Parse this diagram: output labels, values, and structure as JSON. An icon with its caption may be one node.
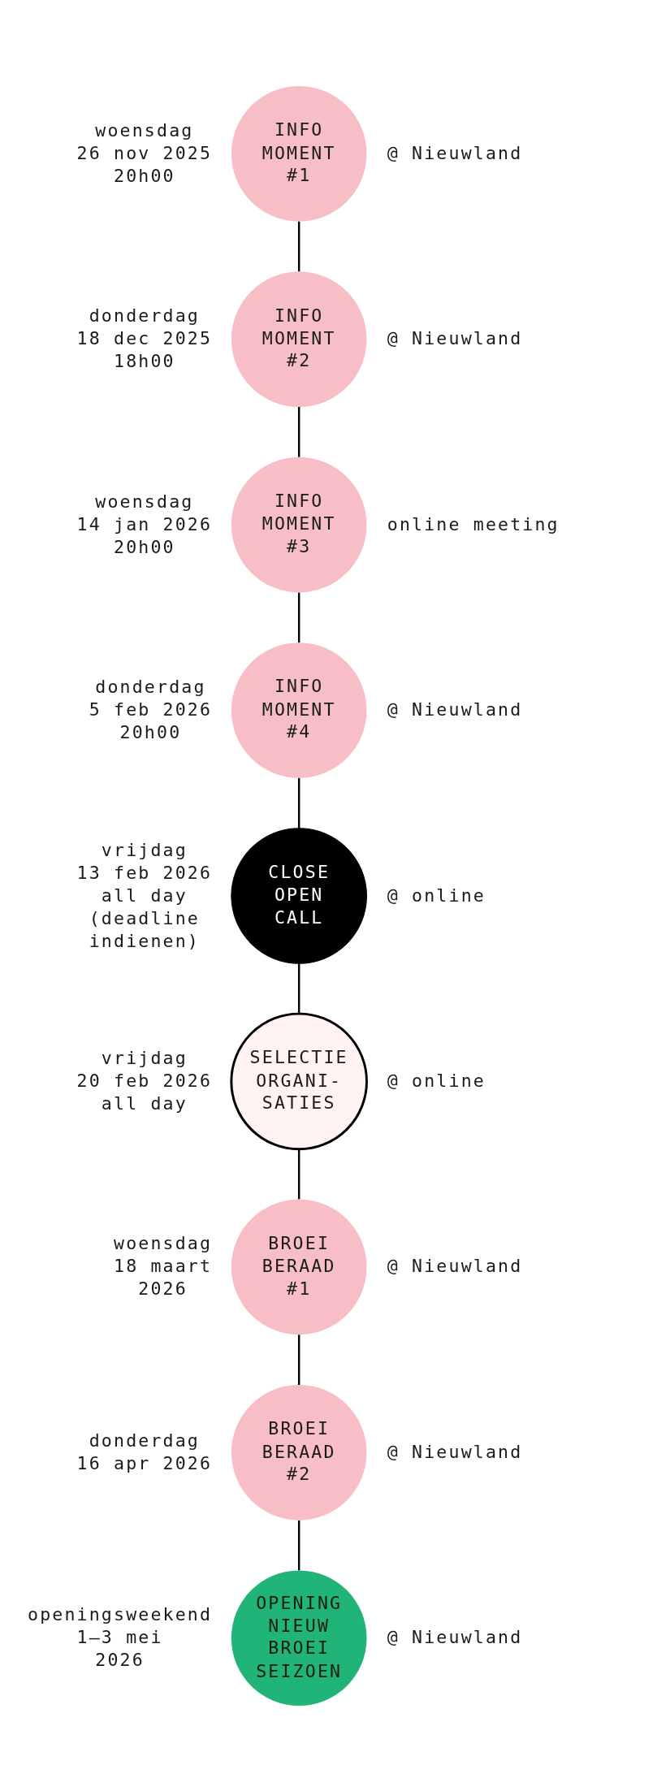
{
  "diagram": {
    "nodes": [
      {
        "text": [
          "INFO MOMENT #1"
        ],
        "beside": [
          "woensdag 26 nov 2025 20h00",
          "@ Nieuwland"
        ]
      },
      {
        "text": [
          "INFO MOMENT #2"
        ],
        "beside": [
          "donderdag 18 dec 2025 18h00",
          "@ Nieuwland"
        ]
      },
      {
        "text": [
          "INFO MOMENT #3"
        ],
        "beside": [
          "woensdag 14 jan 2026 20h00",
          "online meeting"
        ]
      },
      {
        "text": [
          "INFO MOMENT #4"
        ],
        "beside": [
          "donderdag 5 feb 2026 20h00",
          "@ Nieuwland"
        ]
      },
      {
        "text": [
          "CLOSE OPEN CALL"
        ],
        "beside": [
          "vrijdag 13 feb 2026 all day (deadline indienen)",
          "@ online"
        ]
      },
      {
        "text": [
          "SELECTIE ORGANI- SATIES"
        ],
        "beside": [
          "vrijdag 20 feb 2026 all day",
          "@ online"
        ]
      },
      {
        "text": [
          "BROEI BERAAD #1"
        ],
        "beside": [
          "woensdag 18 maart 2026",
          "@ Nieuwland"
        ]
      },
      {
        "text": [
          "BROEI BERAAD #2"
        ],
        "beside": [
          "donderdag 16 apr 2026",
          "@ Nieuwland"
        ]
      },
      {
        "text": [
          "OPENING NIEUW BROEI SEIZOEN"
        ],
        "beside": [
          "openingsweekend 1–3 mei 2026",
          "@ Nieuwland"
        ]
      }
    ],
    "edges": [
      {
        "from": 0,
        "to": 1,
        "arrow": "none"
      },
      {
        "from": 1,
        "to": 2,
        "arrow": "none"
      },
      {
        "from": 2,
        "to": 3,
        "arrow": "none"
      },
      {
        "from": 3,
        "to": 4,
        "arrow": "none"
      },
      {
        "from": 4,
        "to": 5,
        "arrow": "none"
      },
      {
        "from": 5,
        "to": 6,
        "arrow": "none"
      },
      {
        "from": 6,
        "to": 7,
        "arrow": "none"
      },
      {
        "from": 7,
        "to": 8,
        "arrow": "none"
      }
    ]
  }
}
